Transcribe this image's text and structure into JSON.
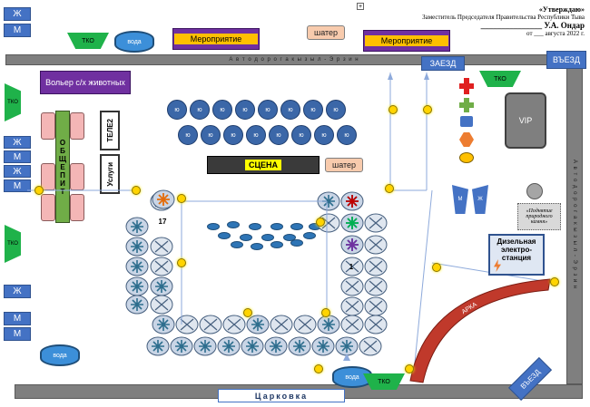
{
  "approval": {
    "title": "«Утверждаю»",
    "position": "Заместитель Председателя Правительства Республики Тыва",
    "signature": "_______________ У.А. Ондар",
    "date": "от ___ августа 2022 г."
  },
  "left_boxes": {
    "zh": "Ж",
    "m": "М"
  },
  "tko_label": "ТКО",
  "voda_label": "вода",
  "event_label": "Мероприятие",
  "shater_label": "шатер",
  "roads": {
    "top_road": "А в т о д о р о г а   к ы з ы л - Э р з и н",
    "right_road": "А в т о д о р о г а   к ы з ы л - Э р з и н",
    "parking": "Царковка"
  },
  "entry": {
    "zaezd": "ЗАЕЗД",
    "vyezd_top": "ВЪЕЗД",
    "vyezd_bottom": "ВЪЕЗД"
  },
  "volier": "Вольер с/х животных",
  "obshchepit": "ОБЩЕПИТ",
  "tele2": "ТЕЛЕ2",
  "uslugi": "Услуги",
  "stage": "СЦЕНА",
  "table_label": "ю",
  "vip": "VIP",
  "stone": "«Поднятие природного камня»",
  "diesel": "Дизельная электро-станция",
  "arka": "АРКА",
  "restroom_m": "М",
  "restroom_zh": "Ж",
  "numbers": {
    "left": "17",
    "right": "1"
  },
  "colors": {
    "road": "#7f7f7f",
    "tko": "#1fb24a",
    "event_bg": "#7030a0",
    "event_label": "#ffc000",
    "table": "#3b67a8",
    "arch": "#c0392b",
    "stage_bg": "#3a3a3a",
    "stage_label": "#ffff00"
  }
}
